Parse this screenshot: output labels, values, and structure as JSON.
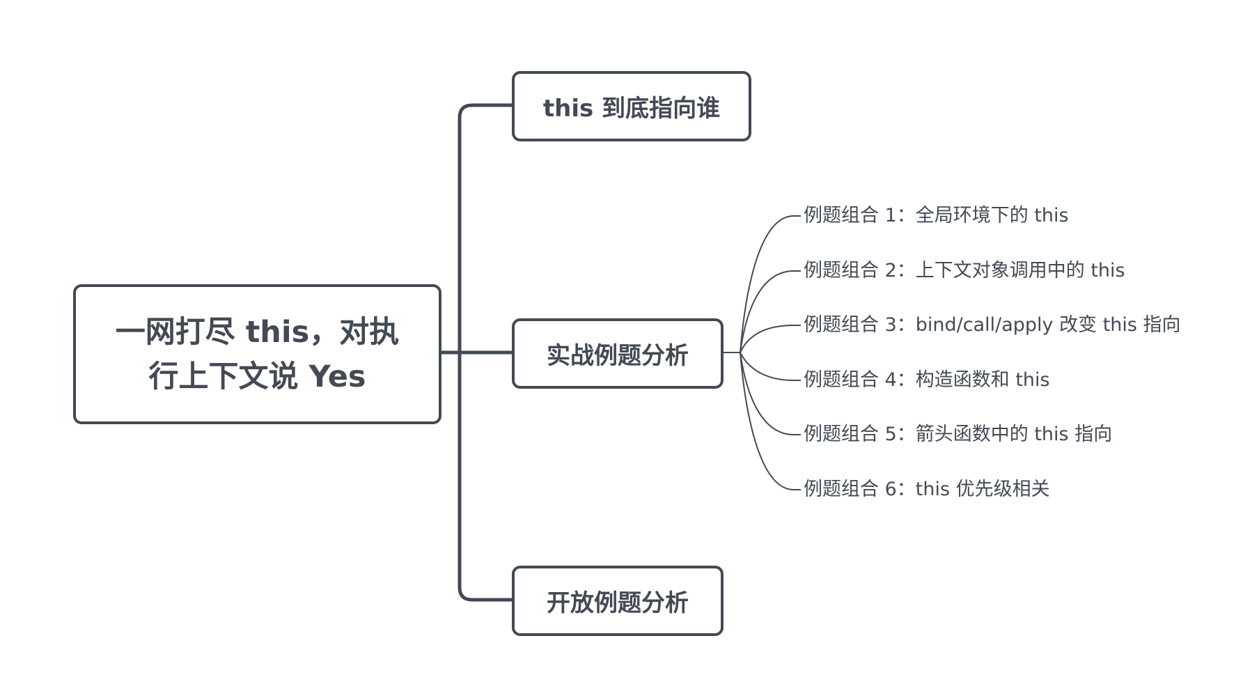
{
  "root": {
    "title": "一网打尽 this，对执行上下文说 Yes"
  },
  "branches": [
    {
      "label": "this 到底指向谁"
    },
    {
      "label": "实战例题分析",
      "children": [
        "例题组合 1：全局环境下的 this",
        "例题组合 2：上下文对象调用中的 this",
        "例题组合 3：bind/call/apply 改变 this 指向",
        "例题组合 4：构造函数和 this",
        "例题组合 5：箭头函数中的 this 指向",
        "例题组合 6：this 优先级相关"
      ]
    },
    {
      "label": "开放例题分析"
    }
  ],
  "colors": {
    "line": "#434a54",
    "text": "#434a54",
    "background": "#ffffff"
  }
}
